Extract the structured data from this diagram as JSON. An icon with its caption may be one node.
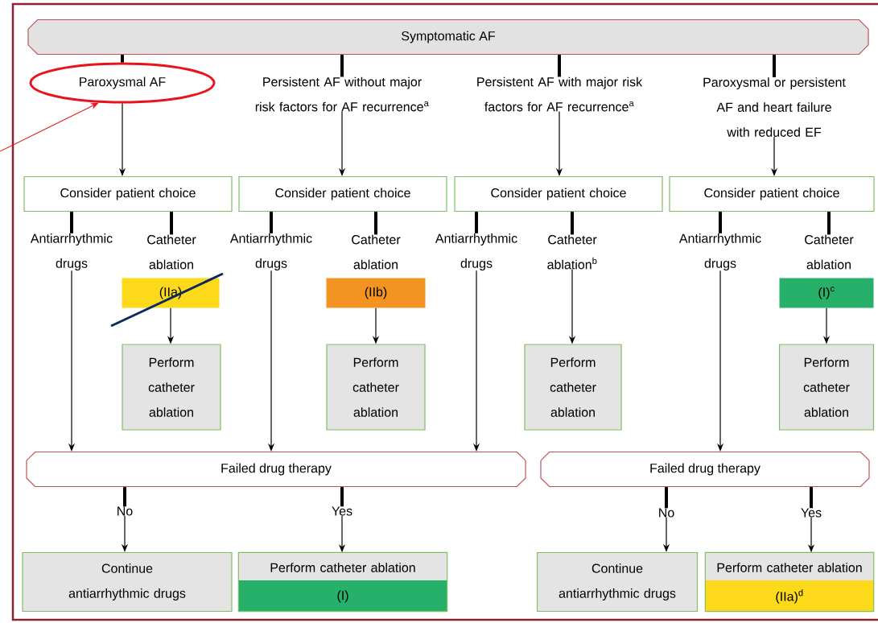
{
  "diagram": {
    "nodes": [
      {
        "text": [
          "Symptomatic AF"
        ]
      },
      {
        "text": [
          "Paroxysmal AF"
        ]
      },
      {
        "text": [
          "Persistent AF without major risk factors for AF recurrence$^{a}$"
        ]
      },
      {
        "text": [
          "Persistent AF with major risk factors for AF recurrence$^{a}$"
        ]
      },
      {
        "text": [
          "Paroxysmal or persistent AF and heart failure with reduced EF"
        ]
      },
      {
        "text": [
          "Consider patient choice"
        ]
      },
      {
        "text": [
          "Consider patient choice"
        ]
      },
      {
        "text": [
          "Consider patient choice"
        ]
      },
      {
        "text": [
          "Consider patient choice"
        ]
      },
      {
        "text": [
          "Antiarrhythmic drugs"
        ]
      },
      {
        "text": [
          "Catheter ablation"
        ]
      },
      {
        "text": [
          "(IIa)"
        ]
      },
      {
        "text": [
          "Perform catheter ablation"
        ]
      },
      {
        "text": [
          "Antiarrhythmic drugs"
        ]
      },
      {
        "text": [
          "Catheter ablation"
        ]
      },
      {
        "text": [
          "(IIb)"
        ]
      },
      {
        "text": [
          "Perform catheter ablation"
        ]
      },
      {
        "text": [
          "Antiarrhythmic drugs"
        ]
      },
      {
        "text": [
          "Catheter ablation$^{b}$"
        ]
      },
      {
        "text": [
          "Perform catheter ablation"
        ]
      },
      {
        "text": [
          "Antiarrhythmic drugs"
        ]
      },
      {
        "text": [
          "Catheter ablation"
        ]
      },
      {
        "text": [
          "(I)$^{c}$"
        ]
      },
      {
        "text": [
          "Perform catheter ablation"
        ]
      },
      {
        "text": [
          "Failed drug therapy"
        ]
      },
      {
        "text": [
          "Failed drug therapy"
        ]
      },
      {
        "text": [
          "No"
        ]
      },
      {
        "text": [
          "Yes"
        ]
      },
      {
        "text": [
          "No"
        ]
      },
      {
        "text": [
          "Yes"
        ]
      },
      {
        "text": [
          "Continue antiarrhythmic drugs"
        ]
      },
      {
        "text": [
          "Perform catheter ablation",
          "(I)"
        ]
      },
      {
        "text": [
          "Continue antiarrhythmic drugs"
        ]
      },
      {
        "text": [
          "Perform catheter ablation",
          "(IIa)$^{d}$"
        ]
      }
    ],
    "edges": [
      {
        "from": 0,
        "to": 1,
        "arrow": "none",
        "style": "thick"
      },
      {
        "from": 0,
        "to": 2,
        "arrow": "none",
        "style": "thick"
      },
      {
        "from": 0,
        "to": 3,
        "arrow": "none",
        "style": "thick"
      },
      {
        "from": 0,
        "to": 4,
        "arrow": "none",
        "style": "thick"
      },
      {
        "from": 1,
        "to": 5,
        "arrow": "to"
      },
      {
        "from": 2,
        "to": 6,
        "arrow": "to"
      },
      {
        "from": 3,
        "to": 7,
        "arrow": "to"
      },
      {
        "from": 4,
        "to": 8,
        "arrow": "to"
      },
      {
        "from": 5,
        "to": 9,
        "arrow": "none",
        "style": "thick"
      },
      {
        "from": 5,
        "to": 10,
        "arrow": "none",
        "style": "thick"
      },
      {
        "from": 6,
        "to": 13,
        "arrow": "none",
        "style": "thick"
      },
      {
        "from": 6,
        "to": 14,
        "arrow": "none",
        "style": "thick"
      },
      {
        "from": 7,
        "to": 17,
        "arrow": "none",
        "style": "thick"
      },
      {
        "from": 7,
        "to": 18,
        "arrow": "none",
        "style": "thick"
      },
      {
        "from": 8,
        "to": 20,
        "arrow": "none",
        "style": "thick"
      },
      {
        "from": 8,
        "to": 21,
        "arrow": "none",
        "style": "thick"
      },
      {
        "from": 11,
        "to": 12,
        "arrow": "to"
      },
      {
        "from": 15,
        "to": 16,
        "arrow": "to"
      },
      {
        "from": 18,
        "to": 19,
        "arrow": "to"
      },
      {
        "from": 22,
        "to": 23,
        "arrow": "to"
      },
      {
        "from": 9,
        "to": 24,
        "arrow": "to"
      },
      {
        "from": 13,
        "to": 24,
        "arrow": "to"
      },
      {
        "from": 17,
        "to": 24,
        "arrow": "to"
      },
      {
        "from": 20,
        "to": 25,
        "arrow": "to"
      },
      {
        "from": 24,
        "to": 26,
        "arrow": "none",
        "style": "thick"
      },
      {
        "from": 24,
        "to": 27,
        "arrow": "none",
        "style": "thick"
      },
      {
        "from": 25,
        "to": 28,
        "arrow": "none",
        "style": "thick"
      },
      {
        "from": 25,
        "to": 29,
        "arrow": "none",
        "style": "thick"
      },
      {
        "from": 26,
        "to": 30,
        "arrow": "to"
      },
      {
        "from": 27,
        "to": 31,
        "arrow": "to"
      },
      {
        "from": 28,
        "to": 32,
        "arrow": "to"
      },
      {
        "from": 29,
        "to": 33,
        "arrow": "to"
      },
      {
        "from": null,
        "to": 1,
        "arrow": "to",
        "color": "#e8141b"
      }
    ]
  }
}
